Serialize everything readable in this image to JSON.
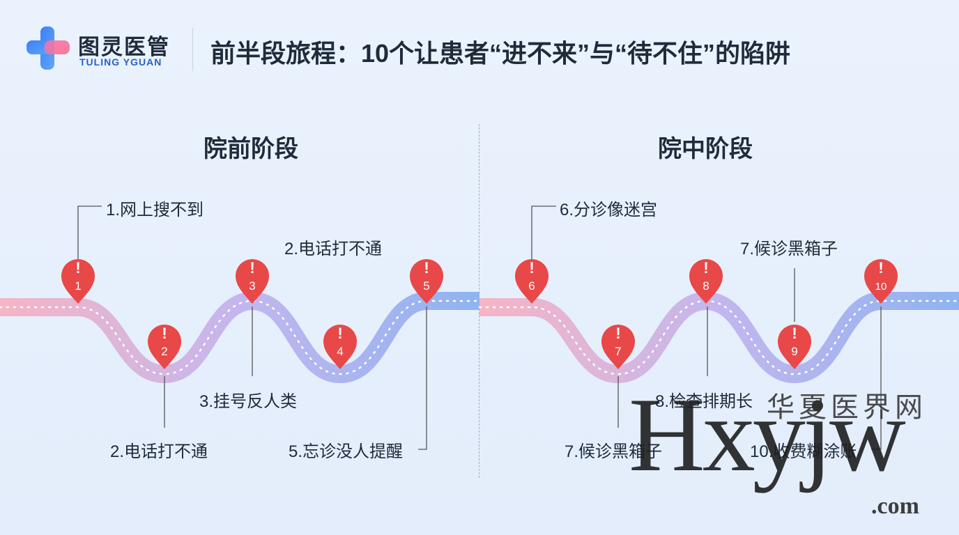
{
  "header": {
    "logo_cn": "图灵医管",
    "logo_en": "TULING YGUAN",
    "title": "前半段旅程：10个让患者“进不来”与“待不住”的陷阱"
  },
  "sections": [
    {
      "title": "院前阶段"
    },
    {
      "title": "院中阶段"
    }
  ],
  "pins": [
    {
      "num": "1",
      "symbol": "!"
    },
    {
      "num": "2",
      "symbol": "!"
    },
    {
      "num": "3",
      "symbol": "!"
    },
    {
      "num": "4",
      "symbol": "!"
    },
    {
      "num": "5",
      "symbol": "!"
    },
    {
      "num": "6",
      "symbol": "!"
    },
    {
      "num": "7",
      "symbol": "!"
    },
    {
      "num": "8",
      "symbol": "!"
    },
    {
      "num": "9",
      "symbol": "!"
    },
    {
      "num": "10",
      "symbol": "!"
    }
  ],
  "labels": [
    "1.网上搜不到",
    "2.电话打不通",
    "2.电话打不通",
    "3.挂号反人类",
    "5.忘诊没人提醒",
    "6.分诊像迷宫",
    "7.候诊黑箱子",
    "7.候诊黑箱子",
    "8.检查排期长",
    "10.收费糊涂账"
  ],
  "watermark": {
    "main": "Hxyjw",
    "cn": "华夏医界网",
    "suffix": ".com"
  },
  "colors": {
    "pin": "#e84848",
    "road_start": "#f6b5c4",
    "road_mid": "#c3b6ee",
    "road_end": "#8fb3f1",
    "text": "#1f2a3a",
    "brand_blue": "#2563c9"
  }
}
